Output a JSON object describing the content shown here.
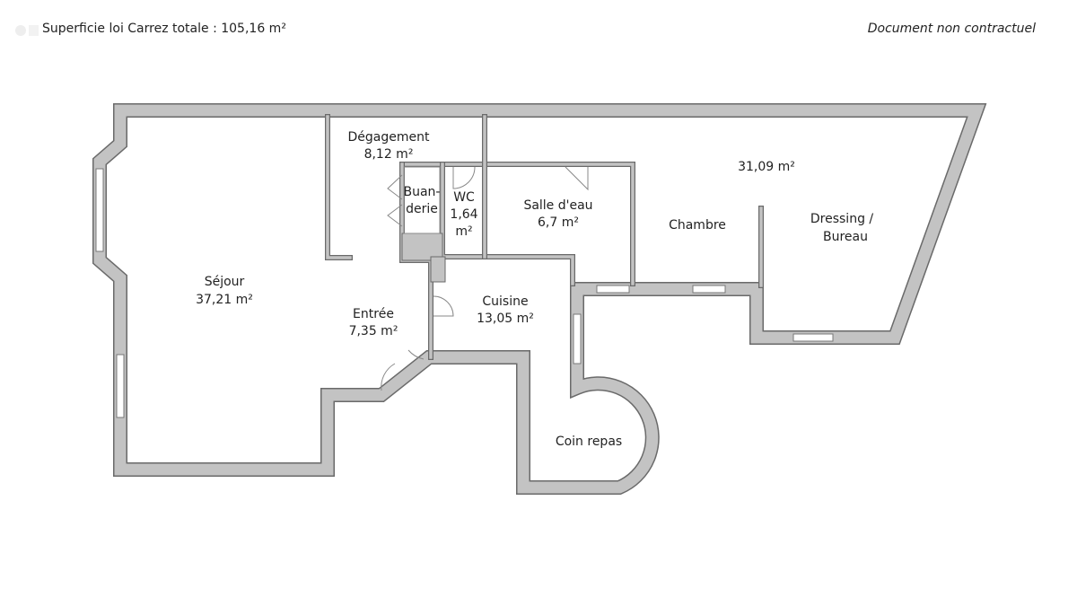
{
  "header": {
    "total_area": "Superficie loi Carrez totale :  105,16 m²",
    "disclaimer": "Document non contractuel",
    "watermark_logo": "logo"
  },
  "rooms": [
    {
      "name": "Séjour",
      "area": "37,21 m²"
    },
    {
      "name": "Dégagement",
      "area": "8,12 m²"
    },
    {
      "name": "Buan-",
      "name2": "derie"
    },
    {
      "name": "WC",
      "area": "1,64",
      "area2": "m²"
    },
    {
      "name": "Salle d'eau",
      "area": "6,7 m²"
    },
    {
      "name": "Entrée",
      "area": "7,35 m²"
    },
    {
      "name": "Cuisine",
      "area": "13,05 m²"
    },
    {
      "name": "Chambre",
      "area": "31,09 m²"
    },
    {
      "name": "Dressing /",
      "name2": "Bureau"
    },
    {
      "name": "Coin repas"
    }
  ],
  "colors": {
    "wall": "#c3c3c3",
    "wall_edge": "#6a6a6a"
  }
}
